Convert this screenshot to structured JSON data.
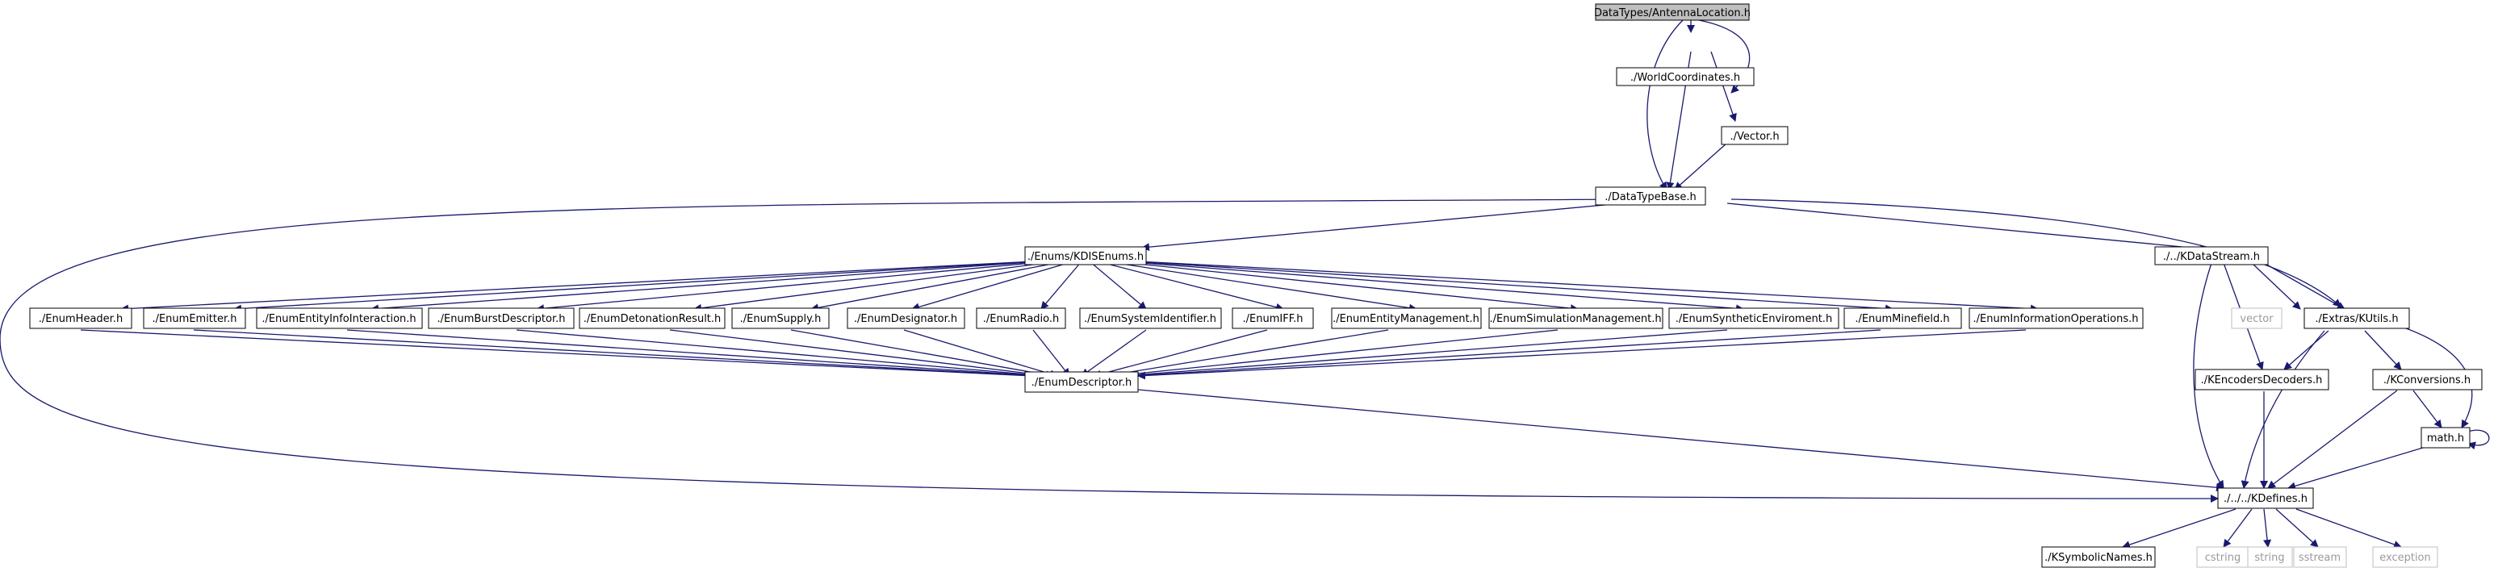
{
  "title": "",
  "colors": {
    "edge": "#191970",
    "node_border": "#000000",
    "root_fill": "#bfbfbf",
    "external_border": "#bfbfbf",
    "external_text": "#9a9a9a"
  },
  "nodes": {
    "root": "DataTypes/AntennaLocation.h",
    "world_coordinates": "./WorldCoordinates.h",
    "vector_h": "./Vector.h",
    "data_type_base": "./DataTypeBase.h",
    "kdis_enums": "./Enums/KDISEnums.h",
    "kdata_stream": "./../KDataStream.h",
    "enum_header": "./EnumHeader.h",
    "enum_emitter": "./EnumEmitter.h",
    "enum_entity_info_interaction": "./EnumEntityInfoInteraction.h",
    "enum_burst_descriptor": "./EnumBurstDescriptor.h",
    "enum_detonation_result": "./EnumDetonationResult.h",
    "enum_supply": "./EnumSupply.h",
    "enum_designator": "./EnumDesignator.h",
    "enum_radio": "./EnumRadio.h",
    "enum_system_identifier": "./EnumSystemIdentifier.h",
    "enum_iff": "./EnumIFF.h",
    "enum_entity_management": "./EnumEntityManagement.h",
    "enum_simulation_management": "./EnumSimulationManagement.h",
    "enum_synthetic_environment": "./EnumSyntheticEnviroment.h",
    "enum_minefield": "./EnumMinefield.h",
    "enum_information_operations": "./EnumInformationOperations.h",
    "enum_descriptor": "./EnumDescriptor.h",
    "vector_std": "vector",
    "kutils": "./Extras/KUtils.h",
    "kencoders_decoders": "./KEncodersDecoders.h",
    "kconversions": "./KConversions.h",
    "math_h": "math.h",
    "kdefines": "./../../KDefines.h",
    "ksymbolic_names": "./KSymbolicNames.h",
    "cstring": "cstring",
    "string": "string",
    "sstream": "sstream",
    "exception": "exception"
  }
}
